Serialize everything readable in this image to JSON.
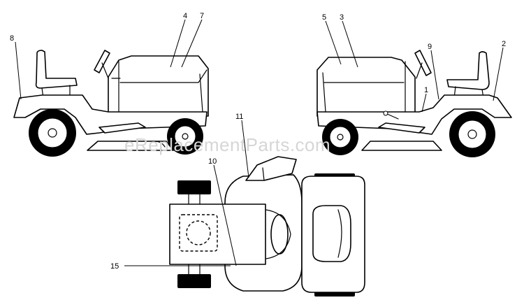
{
  "watermark": "eReplacementParts.com",
  "callouts": {
    "c1": "1",
    "c2": "2",
    "c3": "3",
    "c4": "4",
    "c5": "5",
    "c7": "7",
    "c8": "8",
    "c9": "9",
    "c10": "10",
    "c11": "11",
    "c15": "15"
  }
}
